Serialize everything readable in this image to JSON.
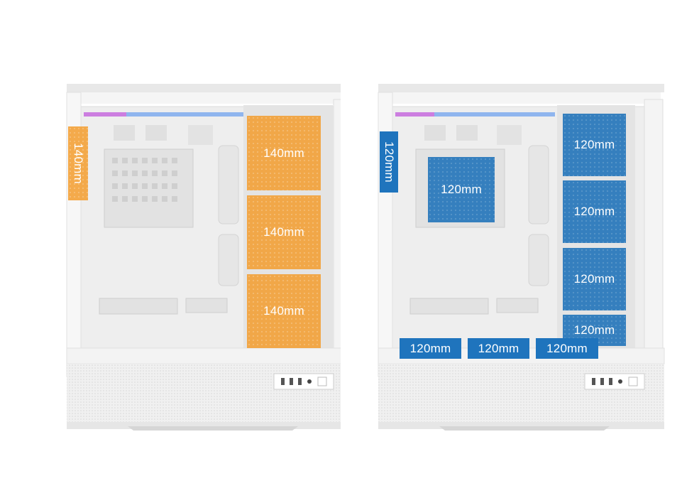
{
  "colors": {
    "orange": "#f39d2e",
    "blue": "#1f74bd",
    "case_white": "#f1f1f1"
  },
  "left_case": {
    "side_fan": "140mm",
    "side_fans": [
      "140mm",
      "140mm",
      "140mm"
    ]
  },
  "right_case": {
    "side_fan": "120mm",
    "cpu_fan": "120mm",
    "side_fans": [
      "120mm",
      "120mm",
      "120mm",
      "120mm"
    ],
    "bottom_fans": [
      "120mm",
      "120mm",
      "120mm"
    ]
  }
}
